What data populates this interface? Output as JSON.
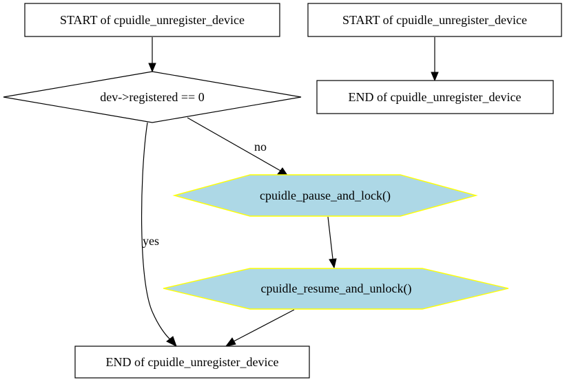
{
  "nodes": {
    "start_left": {
      "label": "START of cpuidle_unregister_device"
    },
    "start_right": {
      "label": "START of cpuidle_unregister_device"
    },
    "end_right": {
      "label": "END of cpuidle_unregister_device"
    },
    "decision": {
      "label": "dev->registered == 0"
    },
    "pause_lock": {
      "label": "cpuidle_pause_and_lock()"
    },
    "resume_unlock": {
      "label": "cpuidle_resume_and_unlock()"
    },
    "end_left": {
      "label": "END of cpuidle_unregister_device"
    }
  },
  "edges": {
    "no_label": "no",
    "yes_label": "yes"
  },
  "colors": {
    "process_fill": "#add8e6",
    "process_stroke": "#ffff00"
  }
}
